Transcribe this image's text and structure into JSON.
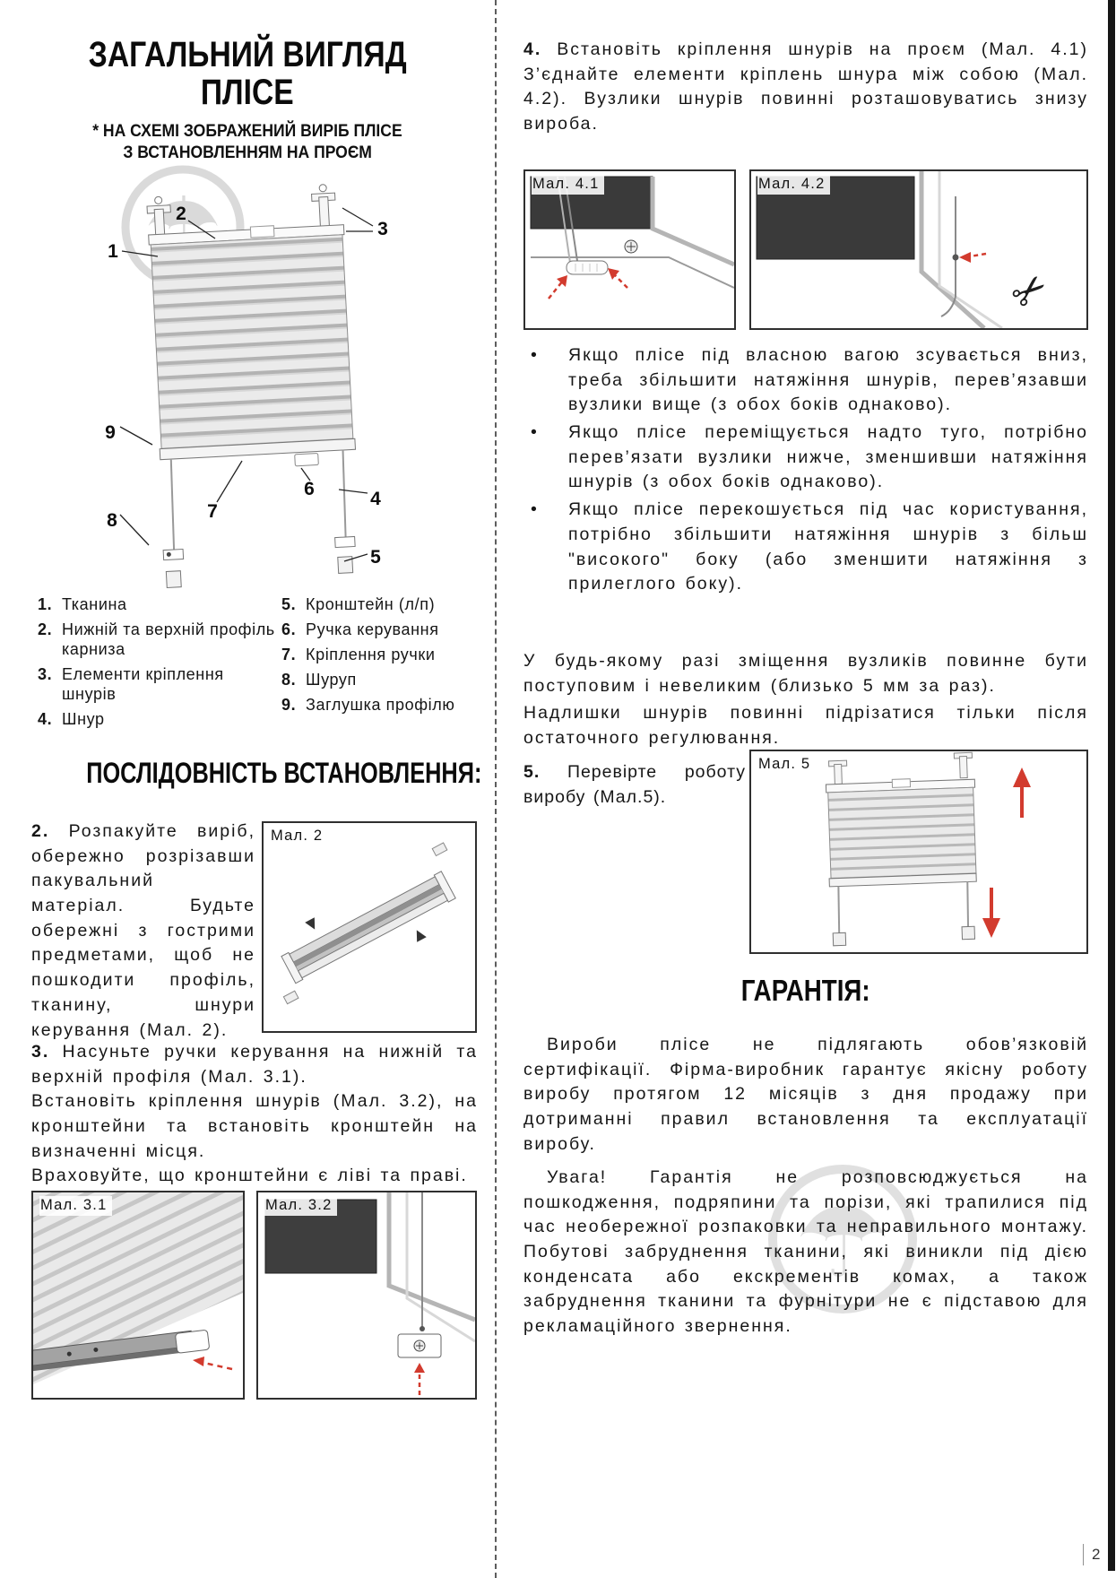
{
  "page": {
    "number": "2"
  },
  "left": {
    "title_line1": "ЗАГАЛЬНИЙ ВИГЛЯД",
    "title_line2": "ПЛІСЕ",
    "subtitle_line1": "* НА СХЕМІ ЗОБРАЖЕНИЙ ВИРІБ ПЛІСЕ",
    "subtitle_line2": "З ВСТАНОВЛЕННЯМ НА ПРОЄМ",
    "diagram": {
      "numbers": [
        "1",
        "2",
        "3",
        "4",
        "5",
        "6",
        "7",
        "8",
        "9"
      ]
    },
    "legend_col1": [
      {
        "num": "1.",
        "text": "Тканина"
      },
      {
        "num": "2.",
        "text": "Нижній та верхній профіль карниза"
      },
      {
        "num": "3.",
        "text": "Елементи кріплення шнурів"
      },
      {
        "num": "4.",
        "text": "Шнур"
      }
    ],
    "legend_col2": [
      {
        "num": "5.",
        "text": "Кронштейн (л/п)"
      },
      {
        "num": "6.",
        "text": "Ручка керування"
      },
      {
        "num": "7.",
        "text": "Кріплення ручки"
      },
      {
        "num": "8.",
        "text": "Шуруп"
      },
      {
        "num": "9.",
        "text": "Заглушка профілю"
      }
    ],
    "sequence_title": "ПОСЛІДОВНІСТЬ ВСТАНОВЛЕННЯ:",
    "step2": {
      "num": "2.",
      "text": "Розпакуйте виріб, обережно розрізавши пакувальний матеріал. Будьте обережні з гострими предметами, щоб не пошкодити профіль, тканину, шнури керування (Мал. 2)."
    },
    "fig2_label": "Мал. 2",
    "step3": {
      "num": "3.",
      "p1": "Насуньте ручки керування на нижній та верхній профіля (Мал. 3.1).",
      "p2": "Встановіть кріплення шнурів (Мал. 3.2), на кронштейни та встановіть кронштейн на визначенні місця.",
      "p3": "Враховуйте, що кронштейни є ліві та праві."
    },
    "fig31_label": "Мал. 3.1",
    "fig32_label": "Мал. 3.2"
  },
  "right": {
    "step4": {
      "num": "4.",
      "text": "Встановіть кріплення шнурів на проєм (Мал. 4.1) З’єднайте елементи кріплень шнура між собою (Мал. 4.2). Вузлики шнурів повинні розташовуватись знизу вироба."
    },
    "fig41_label": "Мал. 4.1",
    "fig42_label": "Мал. 4.2",
    "bullet_char": "•",
    "bullets": [
      "Якщо плісе під власною вагою зсувається вниз, треба збільшити натяжіння шнурів, перев’язавши вузлики вище (з обох боків однаково).",
      "Якщо плісе переміщується надто туго, потрібно перев’язати вузлики нижче, зменшивши натяжіння шнурів (з обох боків однаково).",
      "Якщо плісе перекошується під час користування, потрібно збільшити натяжіння шнурів з більш \"високого\" боку (або зменшити натяжіння з прилеглого боку)."
    ],
    "para1": "У будь-якому разі зміщення вузликів повинне бути поступовим і невеликим (близько 5 мм за раз).",
    "para2": "Надлишки шнурів повинні підрізатися тільки після остаточного регулювання.",
    "step5": {
      "num": "5.",
      "text": "Перевірте роботу виробу (Мал.5)."
    },
    "fig5_label": "Мал. 5",
    "warranty_title": "ГАРАНТІЯ:",
    "warranty_p1": "Вироби плісе не підлягають обов’язковій сертифікації. Фірма-виробник гарантує якісну роботу виробу протягом 12 місяців з дня продажу при дотриманні правил встановлення та експлуатації виробу.",
    "warranty_p2": "Увага! Гарантія не розповсюджується на пошкодження, подряпини та порізи, які трапилися під час необережної розпаковки та неправильного монтажу. Побутові забруднення тканини, які виникли під дією конденсата або екскрементів комах, а також забруднення тканини та фурнітури не є підставою для рекламаційного звернення."
  },
  "colors": {
    "accent_red": "#d23b2e",
    "edge_bar": "#161616"
  }
}
